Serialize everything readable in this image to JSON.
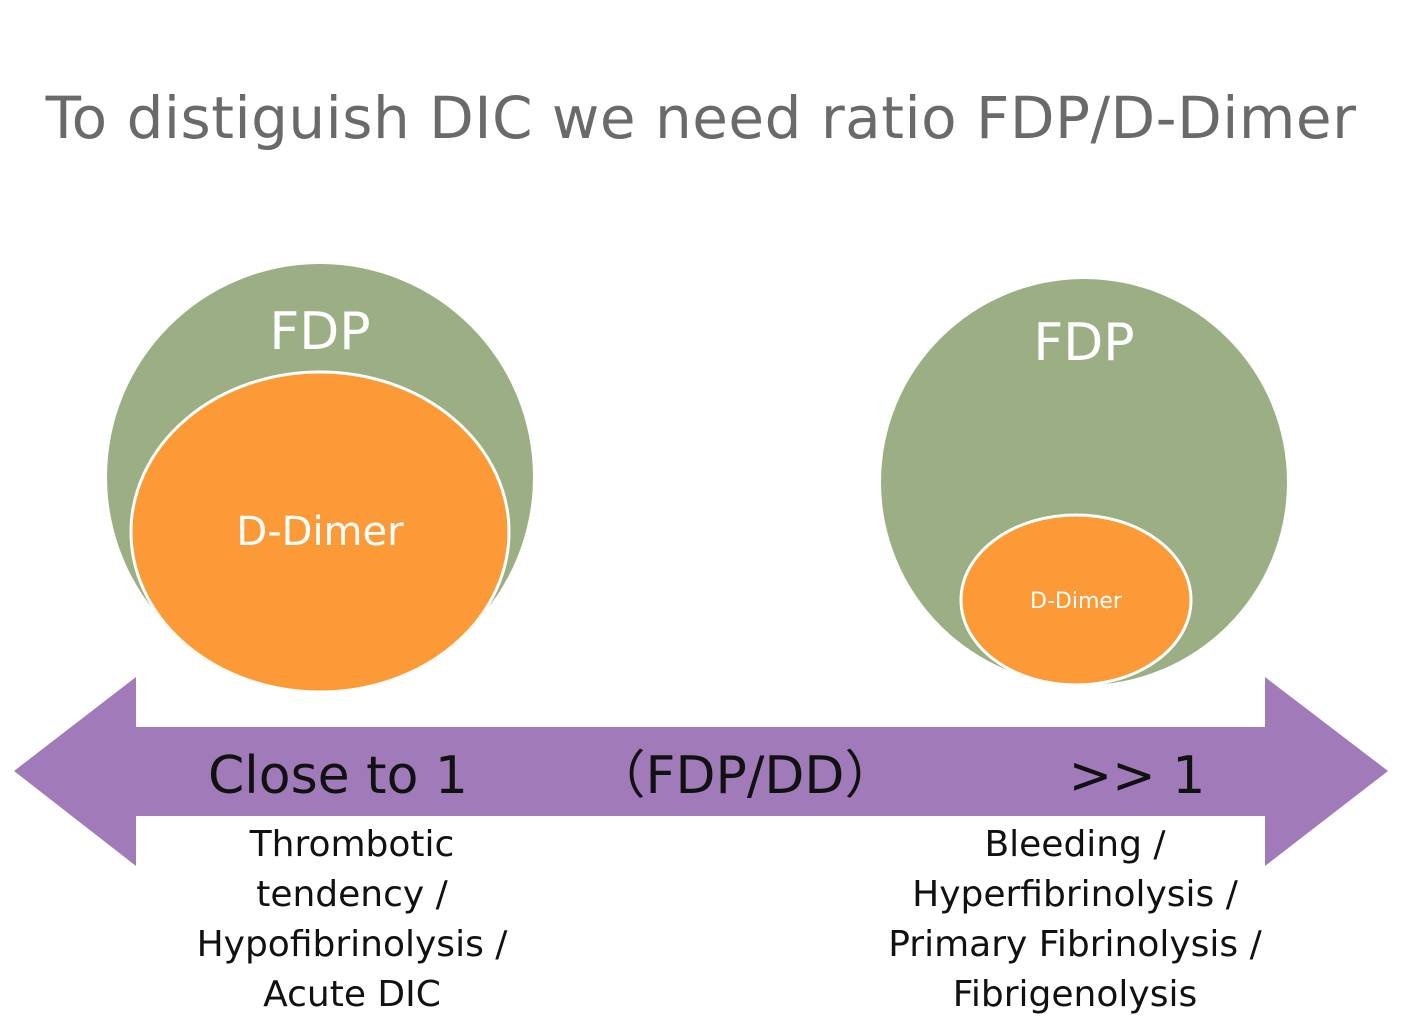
{
  "title": "To distiguish DIC we need ratio FDP/D-Dimer",
  "colors": {
    "fdp_circle": "#9caf84",
    "ddimer_circle": "#fd9a38",
    "arrow": "#a17ab9",
    "title_text": "#6a6a6a"
  },
  "left_group": {
    "outer_label": "FDP",
    "inner_label": "D-Dimer"
  },
  "right_group": {
    "outer_label": "FDP",
    "inner_label": "D-Dimer"
  },
  "arrow": {
    "left_label": "Close to 1",
    "center_label": "（FDP/DD）",
    "right_label": ">> 1"
  },
  "captions": {
    "left": [
      "Thrombotic",
      "tendency /",
      "Hypofibrinolysis /",
      "Acute DIC"
    ],
    "right": [
      "Bleeding /",
      "Hyperfibrinolysis /",
      "Primary Fibrinolysis /",
      "Fibrigenolysis"
    ]
  }
}
